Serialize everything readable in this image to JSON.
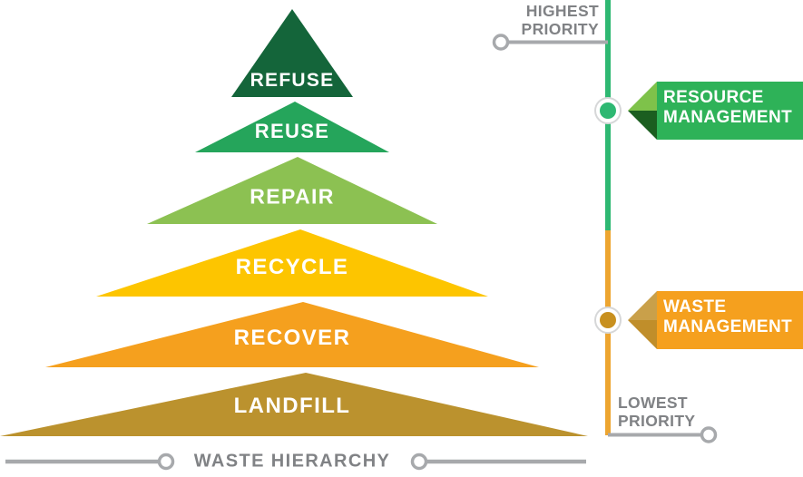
{
  "diagram": {
    "caption": "WASTE HIERARCHY",
    "background_color": "#ffffff"
  },
  "pyramid": {
    "bands": [
      {
        "label": "REFUSE",
        "color": "#14653a",
        "text_color": "#ffffff"
      },
      {
        "label": "REUSE",
        "color": "#25a council"
      },
      {
        "label": "REPAIR",
        "color": "#8cc152",
        "text_color": "#ffffff"
      },
      {
        "label": "RECYCLE",
        "color": "#fdc500",
        "text_color": "#ffffff"
      },
      {
        "label": "RECOVER",
        "color": "#f5a01e",
        "text_color": "#ffffff"
      },
      {
        "label": "LANDFILL",
        "color": "#bb922e",
        "text_color": "#ffffff"
      }
    ]
  },
  "axis": {
    "upper_segment_color": "#2eb872",
    "lower_segment_color": "#eda530",
    "markers": [
      {
        "name": "resource-management-marker",
        "color": "#2eb872"
      },
      {
        "name": "waste-management-marker",
        "color": "#c8901f"
      }
    ]
  },
  "callouts": [
    {
      "line1": "RESOURCE",
      "line2": "MANAGEMENT",
      "color": "#2eb258",
      "tip_light": "#7ec24a",
      "tip_dark": "#1b5e20"
    },
    {
      "line1": "WASTE",
      "line2": "MANAGEMENT",
      "color": "#f5a01e",
      "tip_light": "#c9a04a",
      "tip_dark": "#c08e2a"
    }
  ],
  "priority": {
    "highest_line1": "HIGHEST",
    "highest_line2": "PRIORITY",
    "lowest_line1": "LOWEST",
    "lowest_line2": "PRIORITY",
    "color": "#808285"
  }
}
